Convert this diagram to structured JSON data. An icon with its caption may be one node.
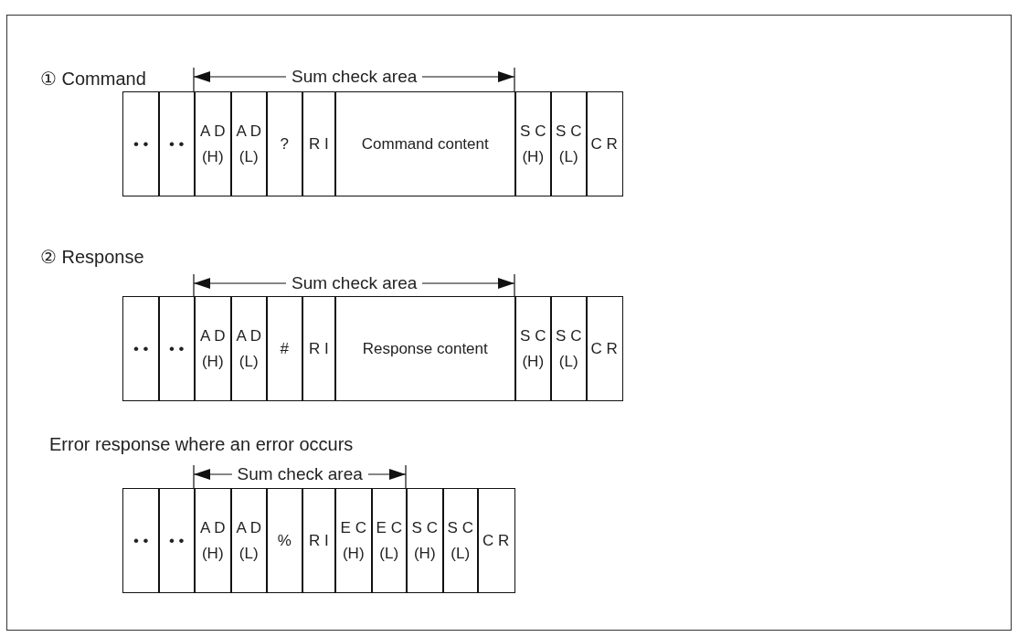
{
  "diagram": {
    "labels": [
      "① Command",
      "Sum check area",
      "• •",
      "• •",
      "A D (H)",
      "A D (L)",
      "?",
      "R I",
      "Command content",
      "S C (H)",
      "S C (L)",
      "C R",
      "② Response",
      "Sum check area",
      "• •",
      "• •",
      "A D (H)",
      "A D (L)",
      "#",
      "R I",
      "Response content",
      "S C (H)",
      "S C (L)",
      "C R",
      "Error response where an error occurs",
      "Sum check area",
      "• •",
      "• •",
      "A D (H)",
      "A D (L)",
      "%",
      "R I",
      "E C (H)",
      "E C (L)",
      "S C (H)",
      "S C (L)",
      "C R"
    ]
  }
}
